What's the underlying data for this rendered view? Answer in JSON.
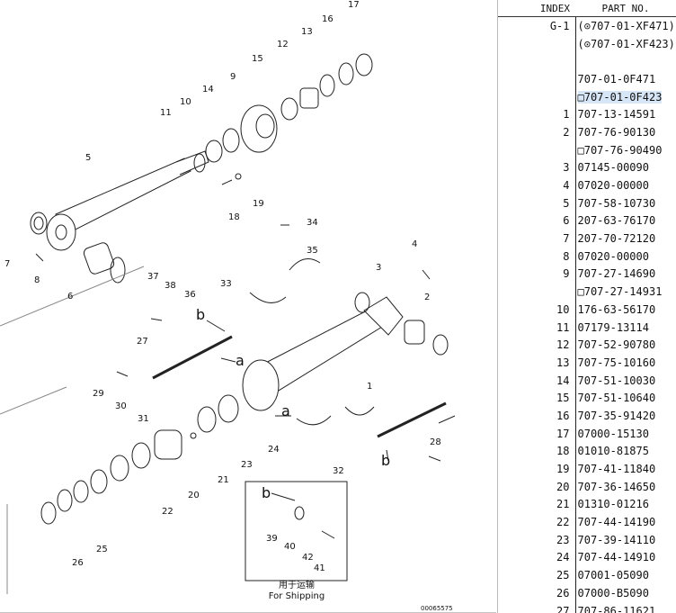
{
  "diagram": {
    "callouts": [
      "1",
      "2",
      "3",
      "4",
      "5",
      "6",
      "7",
      "8",
      "9",
      "10",
      "11",
      "12",
      "13",
      "14",
      "15",
      "16",
      "17",
      "18",
      "19",
      "20",
      "21",
      "22",
      "23",
      "24",
      "25",
      "26",
      "27",
      "28",
      "29",
      "30",
      "31",
      "32",
      "33",
      "34",
      "35",
      "36",
      "37",
      "38",
      "39",
      "40",
      "41",
      "42"
    ],
    "markers": [
      "a",
      "b"
    ],
    "shipping_label_cn": "用于运输",
    "shipping_label_en": "For Shipping",
    "image_code": "00065575"
  },
  "table": {
    "headers": {
      "index": "INDEX",
      "part_no": "PART NO."
    },
    "rows": [
      {
        "index": "G-1",
        "part": "(⊙707-01-XF471)"
      },
      {
        "index": "",
        "part": "(⊙707-01-XF423)"
      },
      {
        "index": "",
        "part": ""
      },
      {
        "index": "",
        "part": "707-01-0F471"
      },
      {
        "index": "",
        "part": "□707-01-0F423",
        "highlight": true
      },
      {
        "index": "1",
        "part": "707-13-14591"
      },
      {
        "index": "2",
        "part": "707-76-90130"
      },
      {
        "index": "",
        "part": "□707-76-90490"
      },
      {
        "index": "3",
        "part": "07145-00090"
      },
      {
        "index": "4",
        "part": "07020-00000"
      },
      {
        "index": "5",
        "part": "707-58-10730"
      },
      {
        "index": "6",
        "part": "207-63-76170"
      },
      {
        "index": "7",
        "part": "207-70-72120"
      },
      {
        "index": "8",
        "part": "07020-00000"
      },
      {
        "index": "9",
        "part": "707-27-14690"
      },
      {
        "index": "",
        "part": "□707-27-14931"
      },
      {
        "index": "10",
        "part": "176-63-56170"
      },
      {
        "index": "11",
        "part": "07179-13114"
      },
      {
        "index": "12",
        "part": "707-52-90780"
      },
      {
        "index": "13",
        "part": "707-75-10160"
      },
      {
        "index": "14",
        "part": "707-51-10030"
      },
      {
        "index": "15",
        "part": "707-51-10640"
      },
      {
        "index": "16",
        "part": "707-35-91420"
      },
      {
        "index": "17",
        "part": "07000-15130"
      },
      {
        "index": "18",
        "part": "01010-81875"
      },
      {
        "index": "19",
        "part": "707-41-11840"
      },
      {
        "index": "20",
        "part": "707-36-14650"
      },
      {
        "index": "21",
        "part": "01310-01216"
      },
      {
        "index": "22",
        "part": "707-44-14190"
      },
      {
        "index": "23",
        "part": "707-39-14110"
      },
      {
        "index": "24",
        "part": "707-44-14910"
      },
      {
        "index": "25",
        "part": "07001-05090"
      },
      {
        "index": "26",
        "part": "07000-B5090"
      },
      {
        "index": "27",
        "part": "707-86-11621"
      }
    ]
  }
}
